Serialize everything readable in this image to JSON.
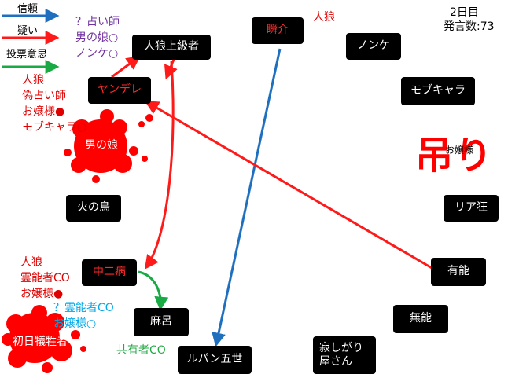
{
  "legend": {
    "trust": "信頼",
    "doubt": "疑い",
    "vote": "投票意思",
    "trust_color": "#1f6fbf",
    "doubt_color": "#ff1a1a",
    "vote_color": "#1aaa44"
  },
  "game_info": {
    "day": "2日目",
    "post_count": "発言数:73"
  },
  "hang_mark": "吊り",
  "nodes": {
    "jinrou_joukyuu": "人狼上級者",
    "shunsuke": "瞬介",
    "nonke": "ノンケ",
    "yandere": "ヤンデレ",
    "mobu_kyara": "モブキャラ",
    "otoko_no_ko": "男の娘",
    "hi_no_tori": "火の鳥",
    "ria_kyou": "リア狂",
    "chuunibyou": "中二病",
    "yuunou": "有能",
    "maro": "麻呂",
    "munou": "無能",
    "shonichi": "初日犠牲者",
    "lupin": "ルパン五世",
    "sabishigari": "寂しがり\n屋さん"
  },
  "notes": {
    "top_purple": "？占い師\n男の娘○\nノンケ○",
    "shunsuke_role": "人狼",
    "left_red": "人狼\n偽占い師\nお嬢様●\nモブキャラ○",
    "ojousama_label": "お嬢様",
    "chuuni_red": "人狼\n霊能者CO\nお嬢様●",
    "chuuni_cyan": "？霊能者CO\nお嬢様○",
    "maro_green": "共有者CO"
  }
}
